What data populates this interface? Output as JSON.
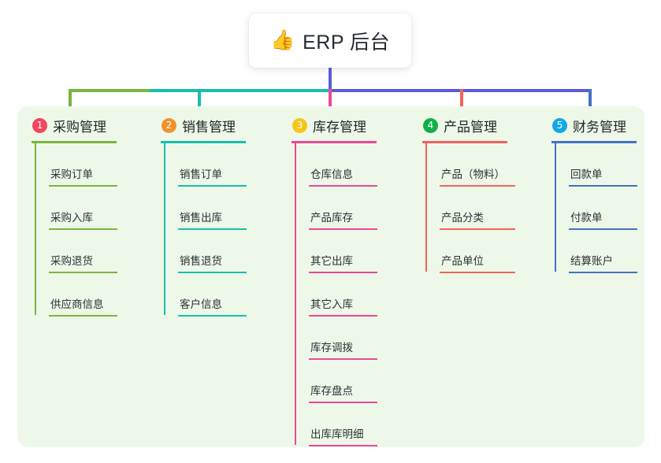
{
  "root": {
    "emoji": "👍",
    "icon_name": "thumbs-up-icon",
    "title": "ERP 后台"
  },
  "connectors": {
    "bus_colors": [
      "#7cb342",
      "#17bfad",
      "#5b5bd6"
    ],
    "drop_colors": [
      "#7cb342",
      "#17bfad",
      "#ec4899",
      "#f4615f",
      "#4472c4"
    ]
  },
  "panel": {
    "background": "#eef8e8"
  },
  "columns": [
    {
      "index": "1",
      "title": "采购管理",
      "badge_color": "#f5455f",
      "accent": "#7cb342",
      "items": [
        {
          "label": "采购订单"
        },
        {
          "label": "采购入库"
        },
        {
          "label": "采购退货"
        },
        {
          "label": "供应商信息"
        }
      ]
    },
    {
      "index": "2",
      "title": "销售管理",
      "badge_color": "#f2922e",
      "accent": "#17bfad",
      "items": [
        {
          "label": "销售订单"
        },
        {
          "label": "销售出库"
        },
        {
          "label": "销售退货"
        },
        {
          "label": "客户信息"
        }
      ]
    },
    {
      "index": "3",
      "title": "库存管理",
      "badge_color": "#f5c518",
      "accent": "#ec4899",
      "items": [
        {
          "label": "仓库信息"
        },
        {
          "label": "产品库存"
        },
        {
          "label": "其它出库"
        },
        {
          "label": "其它入库"
        },
        {
          "label": "库存调拨"
        },
        {
          "label": "库存盘点"
        },
        {
          "label": "出库库明细"
        }
      ]
    },
    {
      "index": "4",
      "title": "产品管理",
      "badge_color": "#11b04a",
      "accent": "#f4615f",
      "items": [
        {
          "label": "产品（物料）"
        },
        {
          "label": "产品分类"
        },
        {
          "label": "产品单位"
        }
      ]
    },
    {
      "index": "5",
      "title": "财务管理",
      "badge_color": "#14a7e8",
      "accent": "#4472c4",
      "items": [
        {
          "label": "回款单"
        },
        {
          "label": "付款单"
        },
        {
          "label": "结算账户"
        }
      ]
    }
  ]
}
